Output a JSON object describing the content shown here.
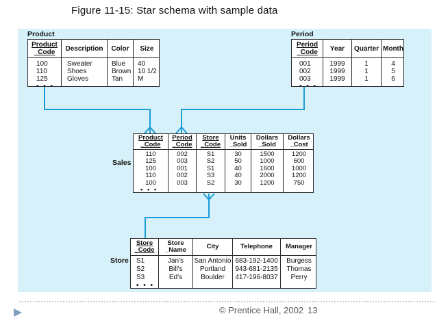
{
  "title": "Figure 11-15: Star schema with sample data",
  "colors": {
    "diagram_bg": "#d7f1fa",
    "connector": "#1a9cd8",
    "table_border": "#2a2a2a",
    "footer_text": "#595959",
    "marker": "#7f9dbd"
  },
  "tables": {
    "product": {
      "label": "Product",
      "headers": [
        {
          "line1": "Product",
          "line2": "_Code",
          "key": true
        },
        {
          "line1": "Description"
        },
        {
          "line1": "Color"
        },
        {
          "line1": "Size"
        }
      ],
      "rows": [
        [
          "100",
          "Sweater",
          "Blue",
          "40"
        ],
        [
          "110",
          "Shoes",
          "Brown",
          "10 1/2"
        ],
        [
          "125",
          "Gloves",
          "Tan",
          "M"
        ]
      ],
      "ellipsis": "• • •"
    },
    "period": {
      "label": "Period",
      "headers": [
        {
          "line1": "Period",
          "line2": "_Code",
          "key": true
        },
        {
          "line1": "Year"
        },
        {
          "line1": "Quarter"
        },
        {
          "line1": "Month"
        }
      ],
      "rows": [
        [
          "001",
          "1999",
          "1",
          "4"
        ],
        [
          "002",
          "1999",
          "1",
          "5"
        ],
        [
          "003",
          "1999",
          "1",
          "6"
        ]
      ],
      "ellipsis": "• • •"
    },
    "sales": {
      "label": "Sales",
      "headers": [
        {
          "line1": "Product",
          "line2": "_Code",
          "key": true
        },
        {
          "line1": "Period",
          "line2": "_Code",
          "key": true
        },
        {
          "line1": "Store",
          "line2": "_Code",
          "key": true
        },
        {
          "line1": "Units",
          "line2": "_Sold"
        },
        {
          "line1": "Dollars",
          "line2": "_Sold"
        },
        {
          "line1": "Dollars",
          "line2": "_Cost"
        }
      ],
      "rows": [
        [
          "110",
          "002",
          "S1",
          "30",
          "1500",
          "1200"
        ],
        [
          "125",
          "003",
          "S2",
          "50",
          "1000",
          "600"
        ],
        [
          "100",
          "001",
          "S1",
          "40",
          "1600",
          "1000"
        ],
        [
          "110",
          "002",
          "S3",
          "40",
          "2000",
          "1200"
        ],
        [
          "100",
          "003",
          "S2",
          "30",
          "1200",
          "750"
        ]
      ],
      "ellipsis": "• • •"
    },
    "store": {
      "label": "Store",
      "headers": [
        {
          "line1": "Store",
          "line2": "_Code",
          "key": true
        },
        {
          "line1": "Store",
          "line2": "_Name"
        },
        {
          "line1": "City"
        },
        {
          "line1": "Telephone"
        },
        {
          "line1": "Manager"
        }
      ],
      "rows": [
        [
          "S1",
          "Jan's",
          "San Antonio",
          "683-192-1400",
          "Burgess"
        ],
        [
          "S2",
          "Bill's",
          "Portland",
          "943-681-2135",
          "Thomas"
        ],
        [
          "S3",
          "Ed's",
          "Boulder",
          "417-196-8037",
          "Perry"
        ]
      ],
      "ellipsis": "• • •"
    }
  },
  "footer": {
    "copyright": "© Prentice Hall, 2002",
    "page_number": "13"
  }
}
